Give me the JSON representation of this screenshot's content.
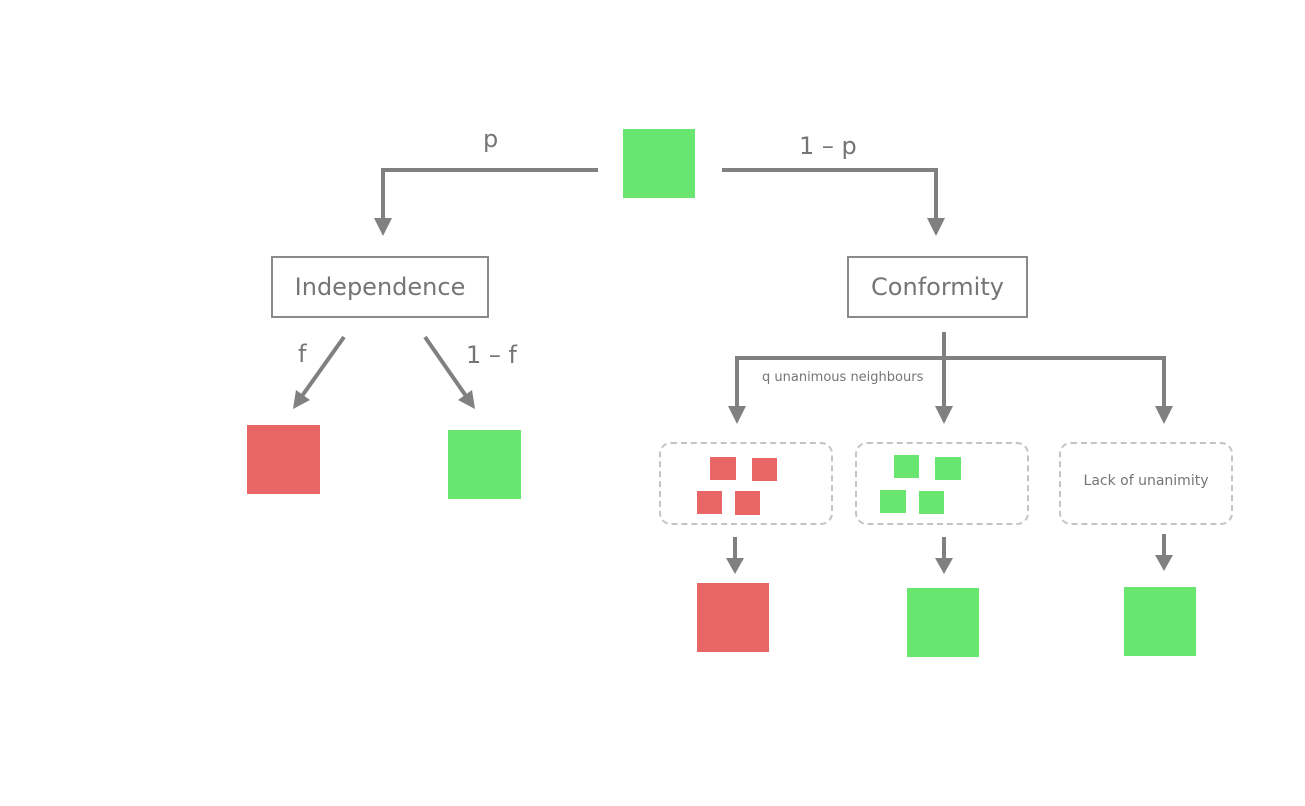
{
  "labels": {
    "p": "p",
    "one_minus_p": "1 – p",
    "f": "f",
    "one_minus_f": "1 – f",
    "q_unanimous": "q unanimous neighbours",
    "lack": "Lack of unanimity"
  },
  "nodes": {
    "independence": "Independence",
    "conformity": "Conformity"
  },
  "colors": {
    "green": "#68e66f",
    "red": "#e86666",
    "arrow": "#808080",
    "dashed": "#c4c4c4"
  }
}
